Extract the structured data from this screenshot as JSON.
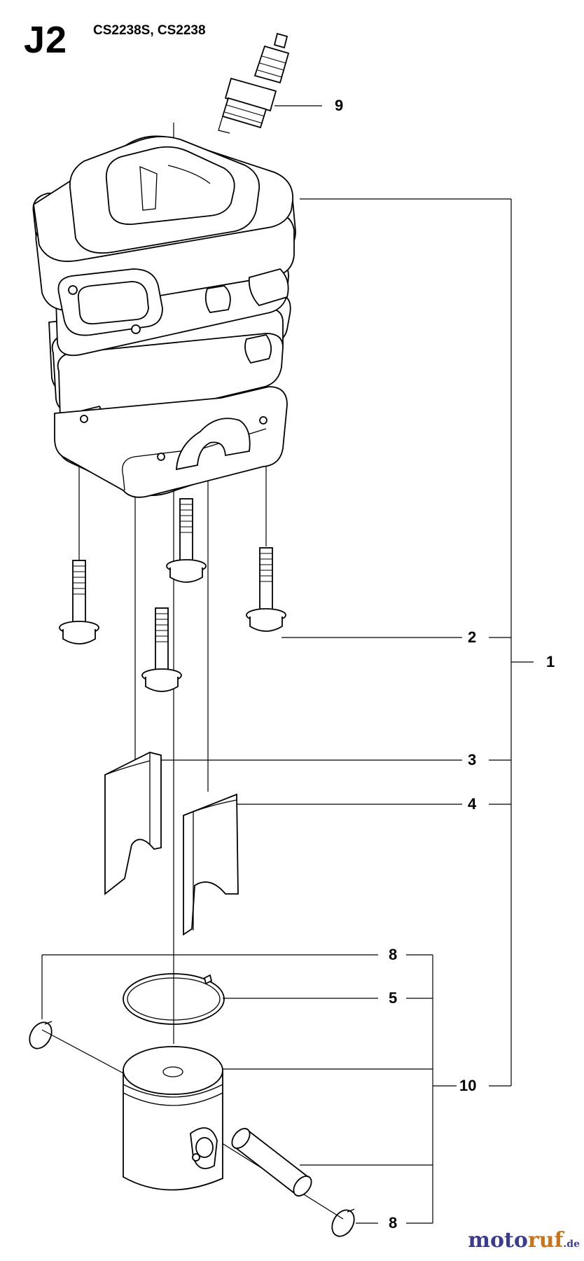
{
  "header": {
    "section_code": "J2",
    "models": "CS2238S, CS2238"
  },
  "callouts": {
    "c1": "1",
    "c2": "2",
    "c3": "3",
    "c4": "4",
    "c5": "5",
    "c8_top": "8",
    "c8_bottom": "8",
    "c9": "9",
    "c10": "10"
  },
  "watermark": {
    "part_a": "moto",
    "part_b": "ruf",
    "part_c": ".de"
  }
}
